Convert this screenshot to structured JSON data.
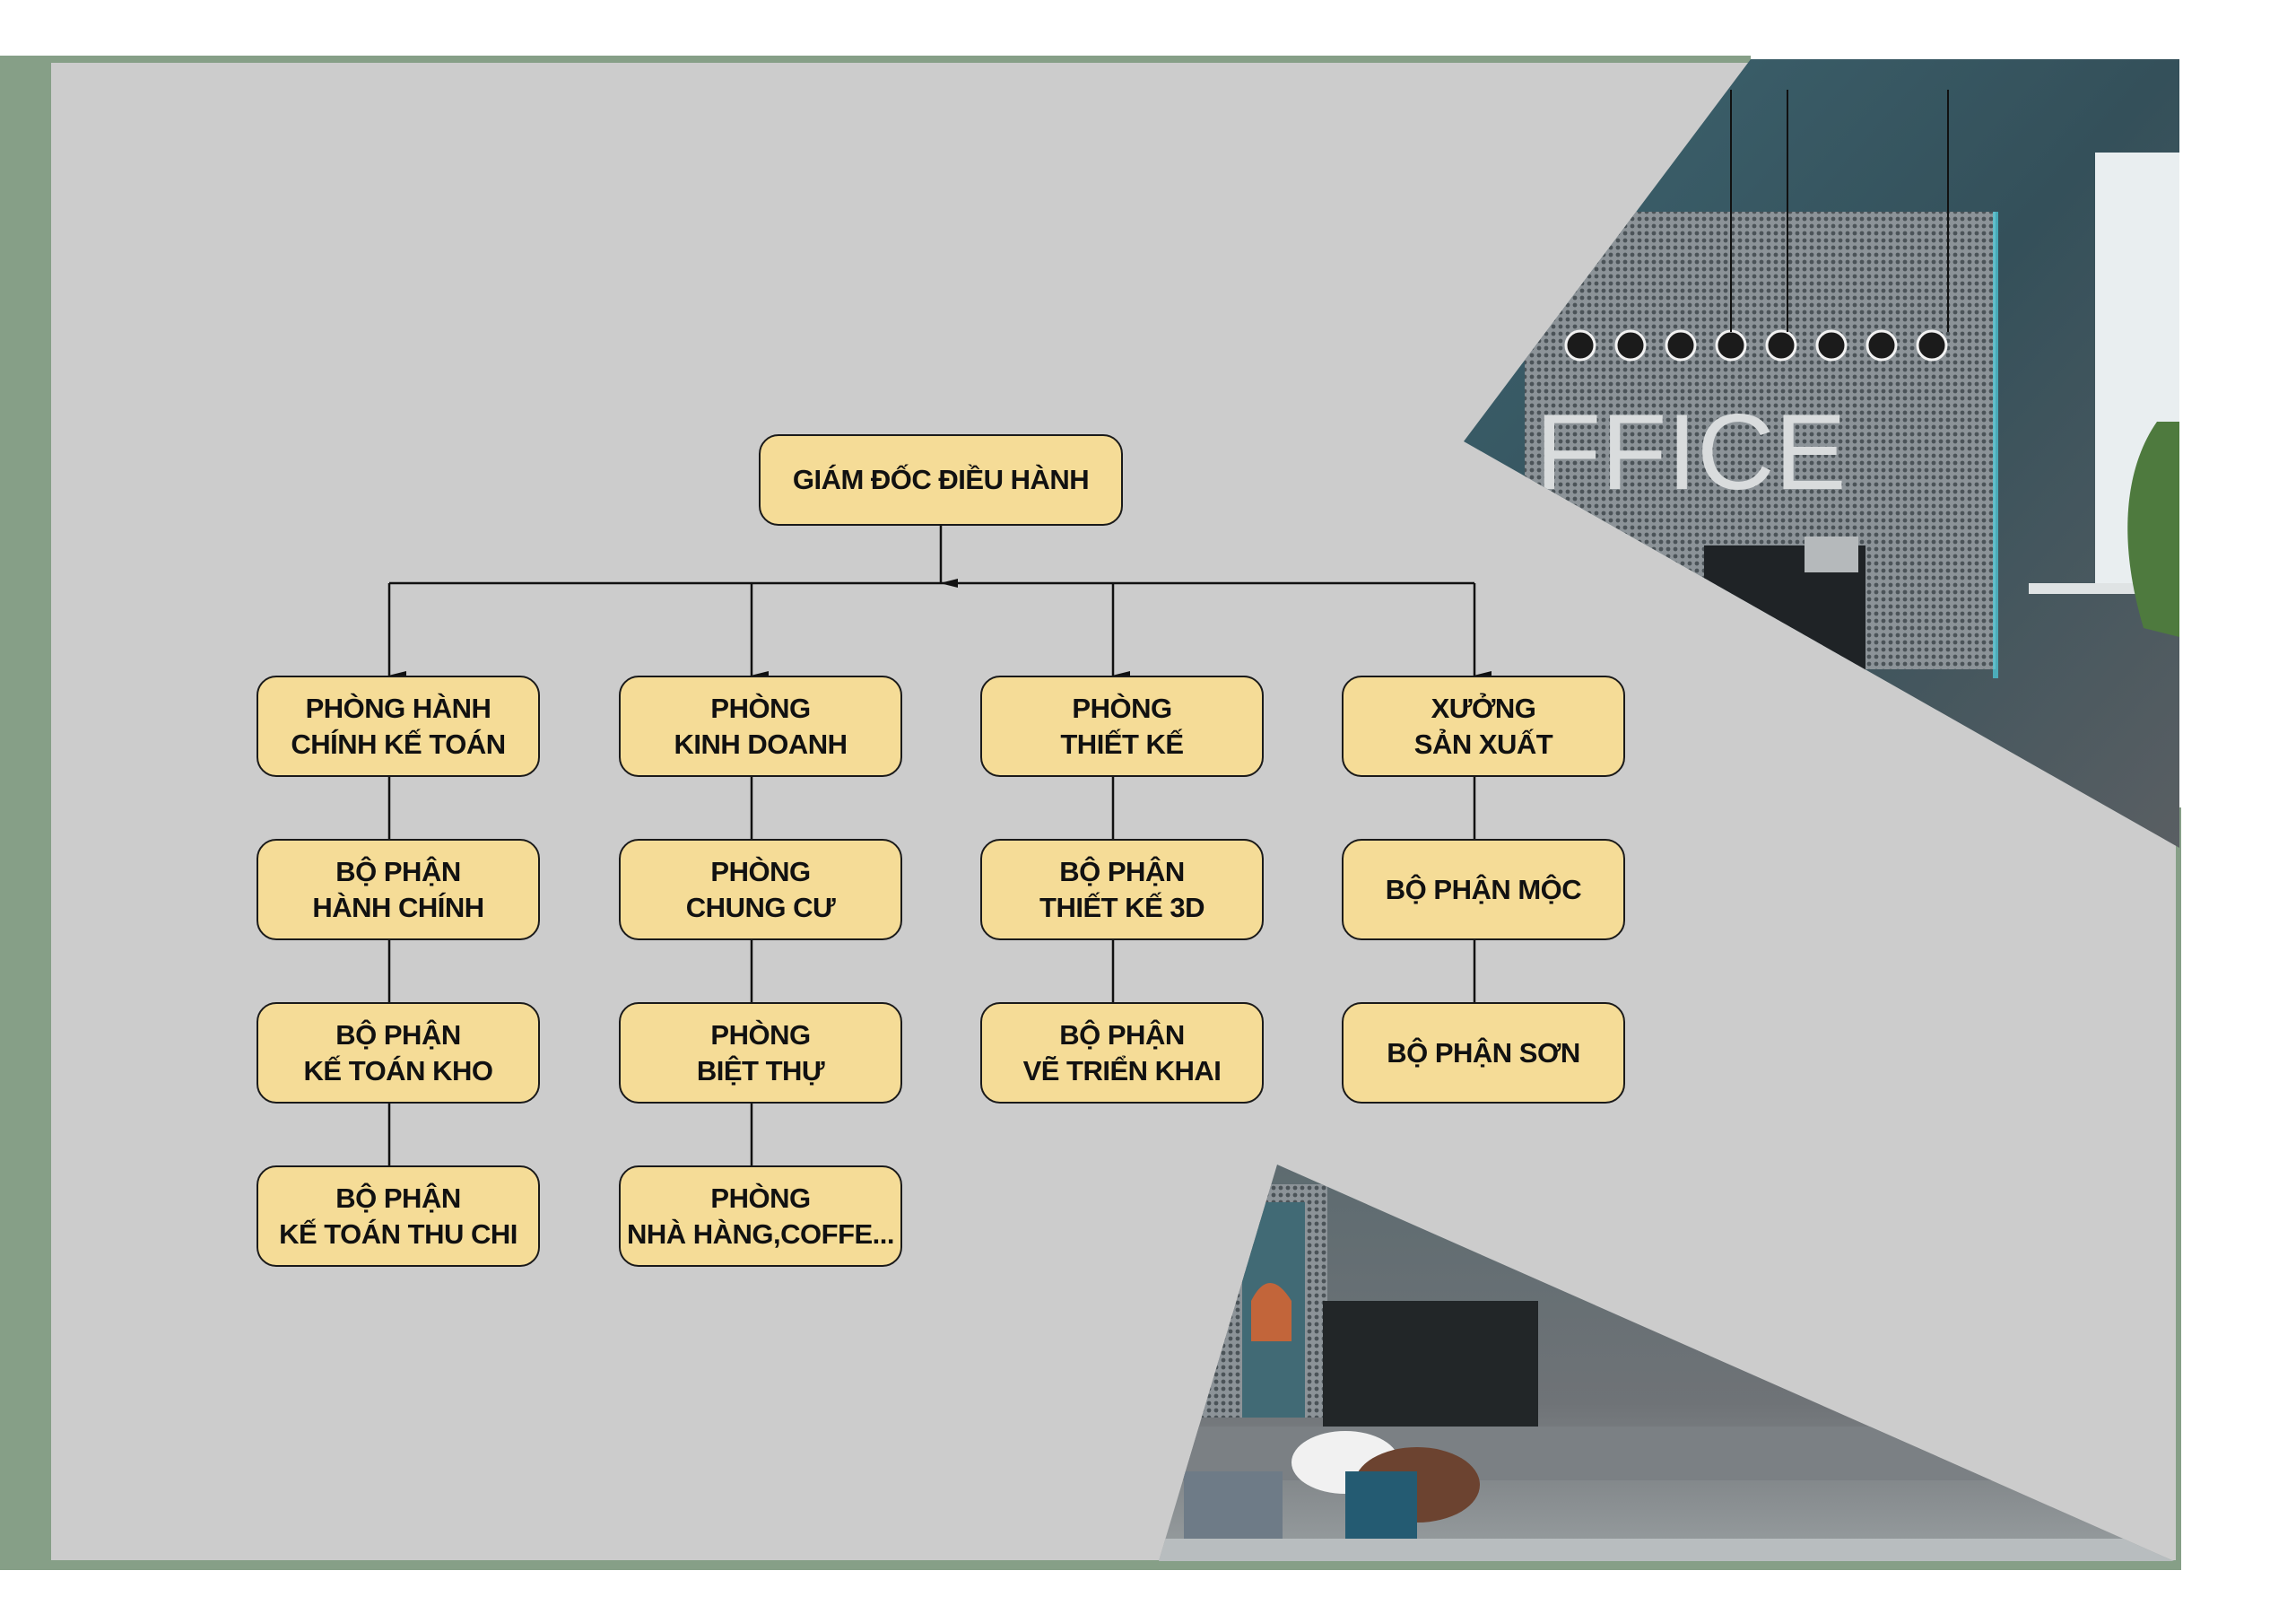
{
  "colors": {
    "frame": "#869f87",
    "panel": "#cccccc",
    "node_fill": "#f5dc97",
    "line": "#111111",
    "photo_teal": "#2f5560",
    "photo_grey": "#6c7278"
  },
  "chart": {
    "root": {
      "label": "GIÁM ĐỐC ĐIỀU HÀNH"
    },
    "departments": [
      {
        "label": "PHÒNG HÀNH\nCHÍNH KẾ TOÁN",
        "children": [
          "BỘ PHẬN\nHÀNH CHÍNH",
          "BỘ PHẬN\nKẾ TOÁN KHO",
          "BỘ PHẬN\nKẾ TOÁN THU CHI"
        ]
      },
      {
        "label": "PHÒNG\nKINH DOANH",
        "children": [
          "PHÒNG\nCHUNG CƯ",
          "PHÒNG\nBIỆT THỰ",
          "PHÒNG\nNHÀ HÀNG,COFFE..."
        ]
      },
      {
        "label": "PHÒNG\nTHIẾT KẾ",
        "children": [
          "BỘ PHẬN\nTHIẾT KẾ 3D",
          "BỘ PHẬN\nVẼ TRIỂN KHAI"
        ]
      },
      {
        "label": "XƯỞNG\nSẢN XUẤT",
        "children": [
          "BỘ PHẬN MỘC",
          "BỘ PHẬN SƠN"
        ]
      }
    ]
  },
  "photos": {
    "top_right": {
      "caption": "office reception interior",
      "sign_text": "FFICE"
    },
    "bottom": {
      "caption": "office lounge interior"
    }
  }
}
